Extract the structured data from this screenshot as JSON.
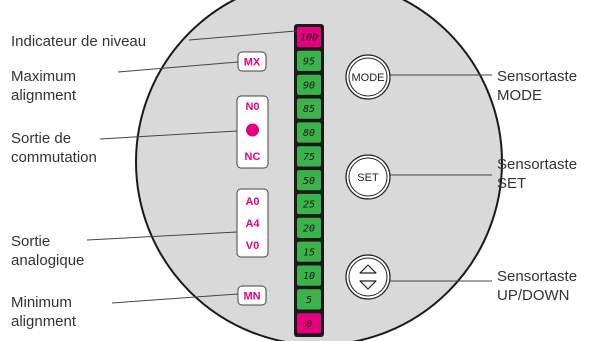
{
  "labels": {
    "level_indicator": "Indicateur de niveau",
    "max_align": [
      "Maximum",
      "alignment"
    ],
    "switch_output": [
      "Sortie de",
      "commutation"
    ],
    "analog_output": [
      "Sortie",
      "analogique"
    ],
    "min_align": [
      "Minimum",
      "alignment"
    ],
    "mode_key": [
      "Sensortaste",
      "MODE"
    ],
    "set_key": [
      "Sensortaste",
      "SET"
    ],
    "updown_key": [
      "Sensortaste",
      "UP/DOWN"
    ]
  },
  "tags": {
    "mx": "MX",
    "no": "N0",
    "nc": "NC",
    "a0": "A0",
    "a4": "A4",
    "v0": "V0",
    "mn": "MN"
  },
  "buttons": {
    "mode": "MODE",
    "set": "SET"
  },
  "level_segments": [
    "100",
    "95",
    "90",
    "85",
    "80",
    "75",
    "50",
    "25",
    "20",
    "15",
    "10",
    "5",
    "0"
  ],
  "colors": {
    "panel": "#d9d9d9",
    "accent": "#e6007e",
    "segment_green": "#3cb34a",
    "outline": "#1a1a1a"
  }
}
